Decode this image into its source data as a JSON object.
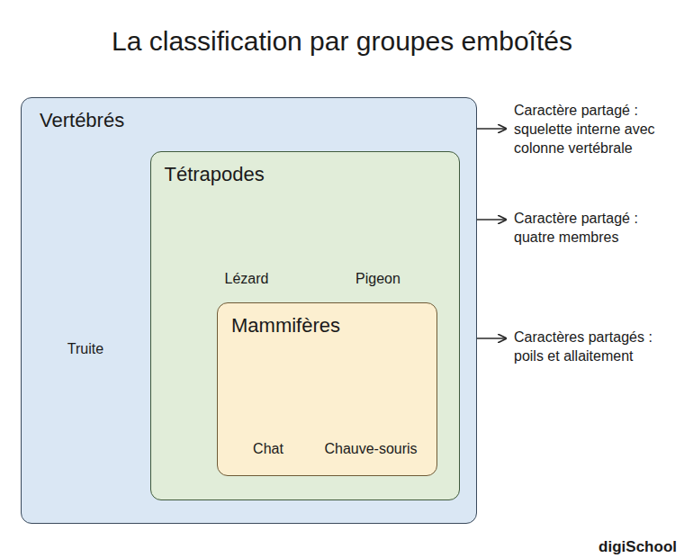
{
  "diagram": {
    "title": "La classification par groupes emboîtés",
    "nodes": [
      {
        "text": [
          "Vertébrés"
        ]
      },
      {
        "text": [
          "Tétrapodes"
        ],
        "in": 0
      },
      {
        "text": [
          "Mammifères"
        ],
        "in": 1
      }
    ],
    "labels": [
      "Caractère partagé : squelette interne avec colonne vertébrale",
      "Lézard",
      "Pigeon",
      "Caractère partagé : quatre membres",
      "Truite",
      "Caractères partagés : poils et allaitement",
      "Chat",
      "Chauve-souris",
      "digiSchool"
    ]
  }
}
